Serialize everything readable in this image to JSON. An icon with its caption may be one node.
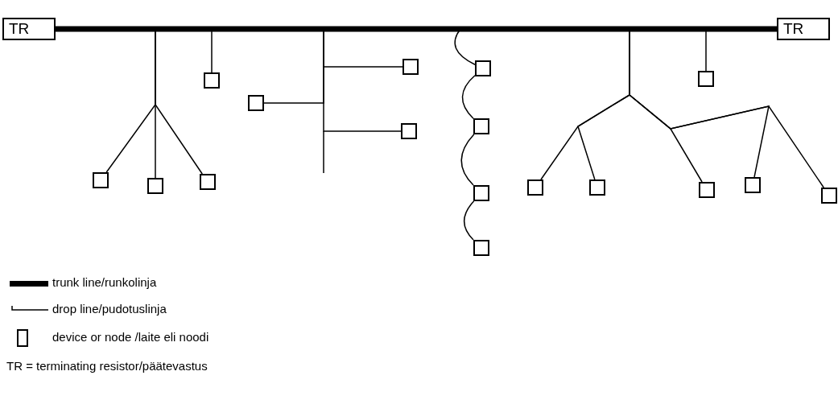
{
  "diagram": {
    "nodes": [
      {
        "text": [
          "TR"
        ]
      },
      {
        "text": [
          "TR"
        ]
      },
      {
        "text": [],
        "shape": "box"
      },
      {
        "text": [],
        "shape": "box"
      },
      {
        "text": [],
        "shape": "box"
      },
      {
        "text": [],
        "shape": "box"
      },
      {
        "text": [],
        "shape": "box"
      },
      {
        "text": [],
        "shape": "box"
      },
      {
        "text": [],
        "shape": "box"
      },
      {
        "text": [],
        "shape": "box"
      },
      {
        "text": [],
        "shape": "box"
      },
      {
        "text": [],
        "shape": "box"
      },
      {
        "text": [],
        "shape": "box"
      },
      {
        "text": [],
        "shape": "box"
      },
      {
        "text": [],
        "shape": "box"
      },
      {
        "text": [],
        "shape": "box"
      },
      {
        "text": [],
        "shape": "box"
      },
      {
        "text": [],
        "shape": "box"
      },
      {
        "text": [],
        "shape": "box"
      }
    ],
    "edges": [
      {
        "from": 0,
        "to": 1,
        "arrow": "none",
        "style": "thick"
      },
      {
        "from": null,
        "to": 2,
        "arrow": "none"
      },
      {
        "from": null,
        "to": 3,
        "arrow": "none"
      },
      {
        "from": null,
        "to": 4,
        "arrow": "none"
      },
      {
        "from": null,
        "to": 5,
        "arrow": "none"
      },
      {
        "from": null,
        "to": 6,
        "arrow": "none"
      },
      {
        "from": null,
        "to": 7,
        "arrow": "none"
      },
      {
        "from": null,
        "to": 8,
        "arrow": "none"
      },
      {
        "from": null,
        "to": 9,
        "arrow": "none"
      },
      {
        "from": 9,
        "to": 10,
        "arrow": "none"
      },
      {
        "from": 10,
        "to": 11,
        "arrow": "none"
      },
      {
        "from": 11,
        "to": 12,
        "arrow": "none"
      },
      {
        "from": null,
        "to": 13,
        "arrow": "none"
      },
      {
        "from": null,
        "to": 14,
        "arrow": "none"
      },
      {
        "from": null,
        "to": 15,
        "arrow": "none"
      },
      {
        "from": null,
        "to": 16,
        "arrow": "none"
      },
      {
        "from": null,
        "to": 17,
        "arrow": "none"
      },
      {
        "from": null,
        "to": 18,
        "arrow": "none"
      }
    ],
    "labels": [
      "TR = terminating resistor/päätevastus"
    ],
    "legend": [
      {
        "text": "trunk line/runkolinja"
      },
      {
        "text": "drop line/pudotuslinja"
      },
      {
        "text": "device or node /laite eli noodi"
      }
    ]
  }
}
